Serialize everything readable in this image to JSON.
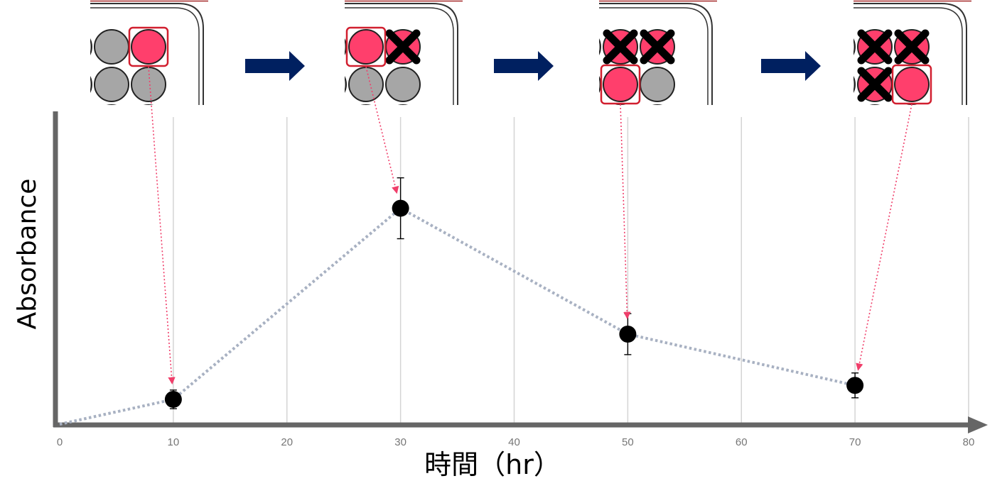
{
  "colors": {
    "axis": "#666666",
    "grid": "#d4d4d4",
    "series_line": "#a8b1c2",
    "marker": "#000000",
    "error_bar": "#000000",
    "pointer_arrow": "#f03e6a",
    "well_active": "#ff3f6c",
    "well_inactive": "#a6a6a6",
    "highlight_box": "#d11f2f",
    "step_arrow": "#002060",
    "plate_border": "#333333",
    "plate_accent": "#a52a2a"
  },
  "chart_data": {
    "type": "scatter",
    "xlabel": "時間（hr）",
    "ylabel": "Absorbance",
    "xlim": [
      0,
      80
    ],
    "ylim": [
      0,
      1
    ],
    "x_ticks": [
      "0",
      "10",
      "20",
      "30",
      "40",
      "50",
      "60",
      "70",
      "80"
    ],
    "y_ticks": [],
    "grid": "vertical",
    "series": [
      {
        "x": [
          0,
          10,
          30,
          50,
          70
        ],
        "y": [
          0.0,
          0.08,
          0.695,
          0.29,
          0.125
        ],
        "error": [
          0.0,
          0.03,
          0.098,
          0.066,
          0.04
        ]
      }
    ]
  },
  "panels": [
    {
      "icon": "well-plate-icon",
      "wells": [
        "inactive",
        "active",
        "inactive",
        "inactive"
      ],
      "highlighted_well": 1,
      "points_to_x": 10
    },
    {
      "icon": "well-plate-icon",
      "wells": [
        "active",
        "removed",
        "inactive",
        "inactive"
      ],
      "highlighted_well": 0,
      "points_to_x": 30
    },
    {
      "icon": "well-plate-icon",
      "wells": [
        "removed",
        "removed",
        "active",
        "inactive"
      ],
      "highlighted_well": 2,
      "points_to_x": 50
    },
    {
      "icon": "well-plate-icon",
      "wells": [
        "removed",
        "removed",
        "removed",
        "active"
      ],
      "highlighted_well": 3,
      "points_to_x": 70
    }
  ],
  "step_arrows": {
    "icon": "right-arrow-icon",
    "count": 3
  }
}
